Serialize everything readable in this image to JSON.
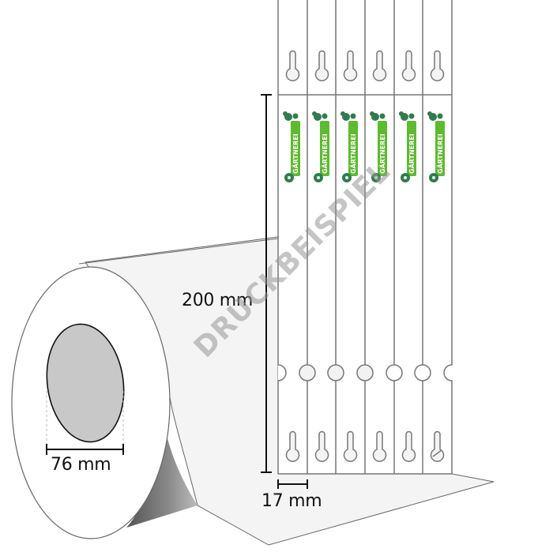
{
  "diagram": {
    "type": "product-illustration",
    "subject": "Roll of plant stick labels (Stecketiketten)",
    "dimensions": {
      "height_label": "200 mm",
      "width_label": "17 mm",
      "core_label": "76 mm"
    },
    "watermark": "DRUCKBEISPIEL",
    "label_print": {
      "text": "GÄRTNEREI",
      "columns": 6,
      "accent_color": "#5dbb2e",
      "flower_color": "#2e7d4f"
    },
    "colors": {
      "outline": "#777777",
      "paper": "#ffffff",
      "paper_shade": "#f4f4f4",
      "core_fill": "#c8c8c8",
      "dimension_line": "#111111",
      "watermark": "#9a9a9a"
    }
  }
}
